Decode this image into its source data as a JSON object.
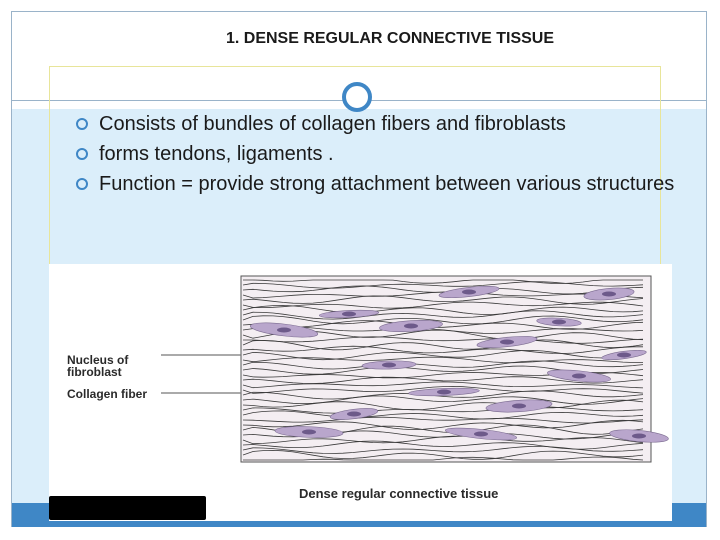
{
  "slide": {
    "title": "1. DENSE REGULAR CONNECTIVE TISSUE",
    "bullets": [
      "Consists of bundles of collagen fibers and fibroblasts",
      "forms tendons, ligaments .",
      "Function = provide strong attachment between various structures"
    ]
  },
  "figure": {
    "label_nucleus": "Nucleus of fibroblast",
    "label_collagen": "Collagen fiber",
    "caption": "Dense regular connective tissue",
    "colors": {
      "fiber": "#3a3a3a",
      "fibroblast": "#b9a6cc",
      "nucleus": "#6d5a8a",
      "background": "#f4eef2"
    }
  },
  "colors": {
    "accent": "#3f87c6",
    "content_bg": "#dbeefa"
  }
}
